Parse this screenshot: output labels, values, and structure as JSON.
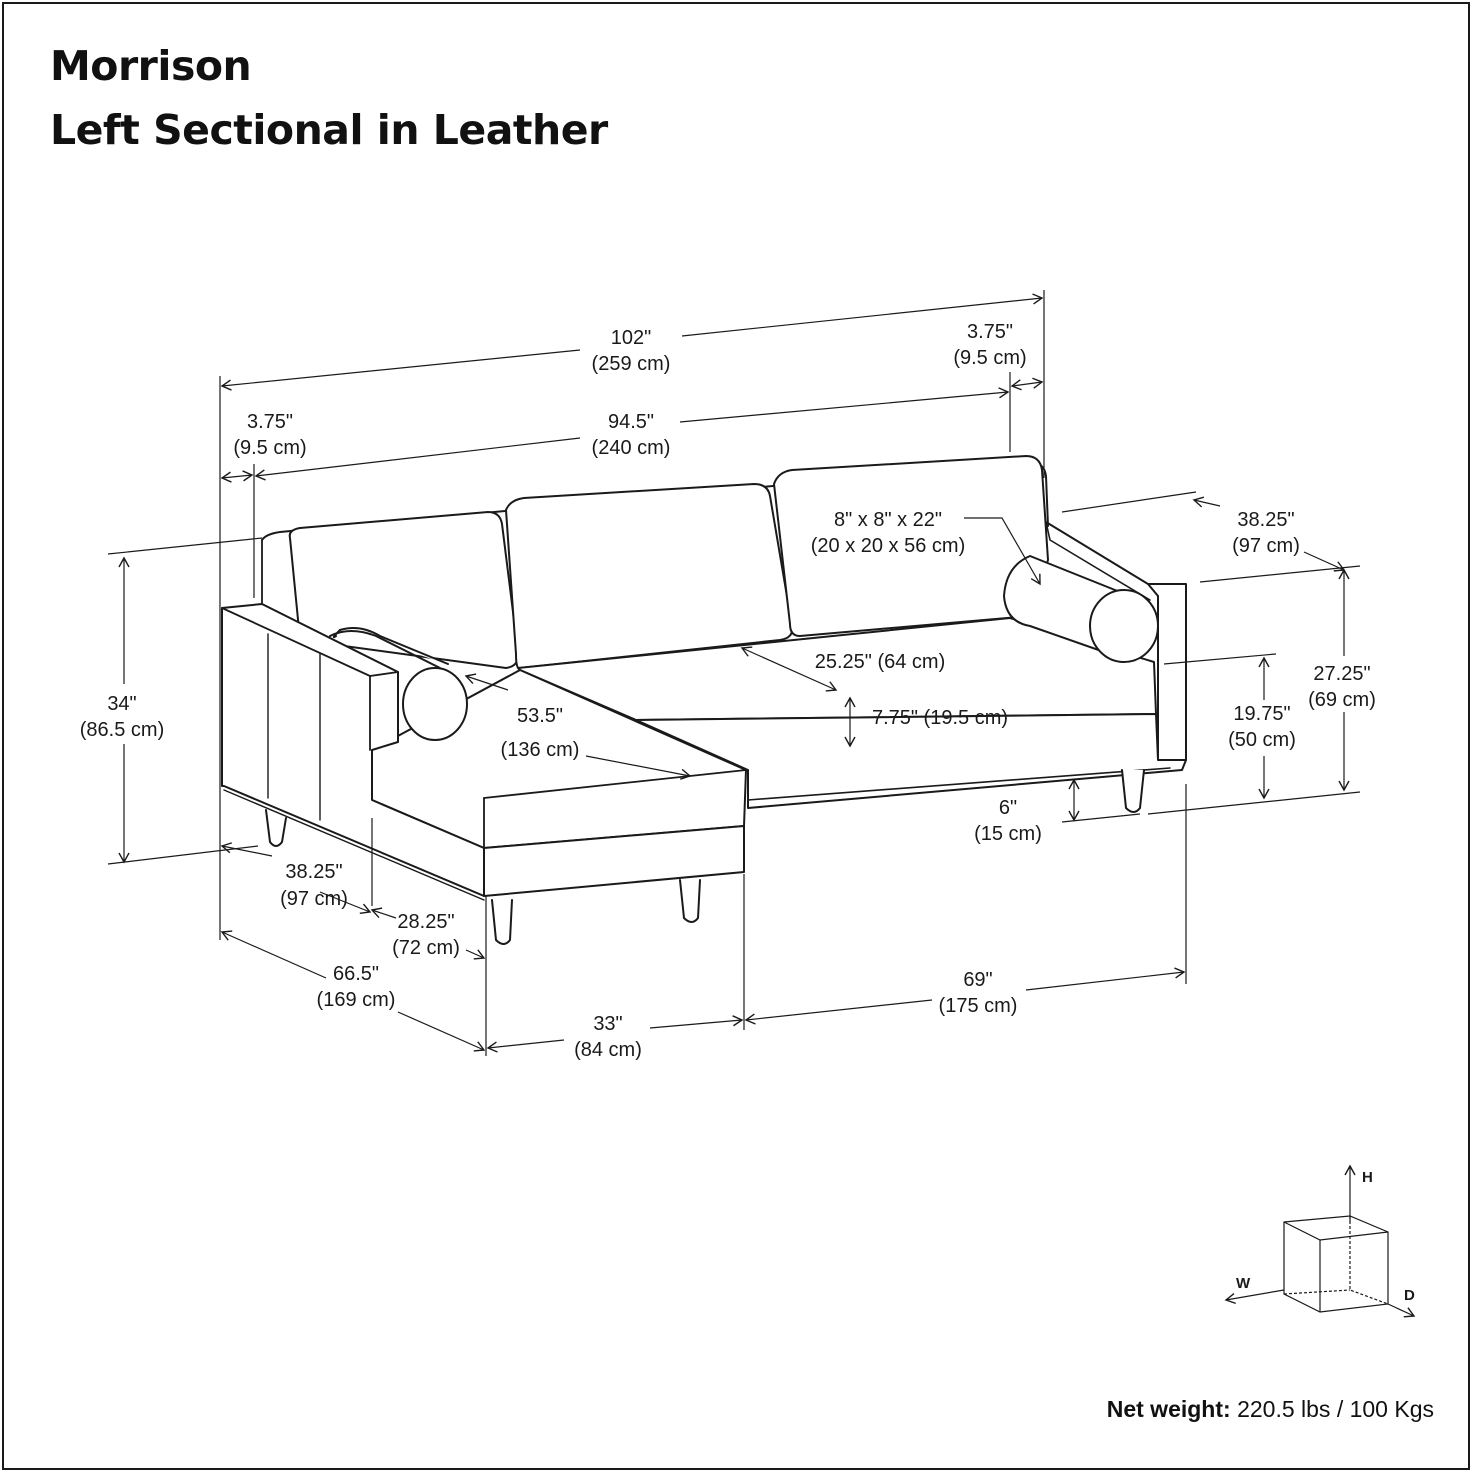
{
  "header": {
    "title": "Morrison",
    "subtitle": "Left Sectional in Leather"
  },
  "dimensions": {
    "overall_width": {
      "in": "102\"",
      "cm": "(259 cm)"
    },
    "arm_right": {
      "in": "3.75\"",
      "cm": "(9.5 cm)"
    },
    "arm_left": {
      "in": "3.75\"",
      "cm": "(9.5 cm)"
    },
    "inner_width": {
      "in": "94.5\"",
      "cm": "(240 cm)"
    },
    "bolster": {
      "in": "8\" x 8\" x 22\"",
      "cm": "(20 x 20 x 56 cm)"
    },
    "depth_right": {
      "in": "38.25\"",
      "cm": "(97 cm)"
    },
    "overall_height": {
      "in": "34\"",
      "cm": "(86.5 cm)"
    },
    "seat_depth": {
      "text": "25.25\" (64 cm)"
    },
    "arm_height": {
      "in": "27.25\"",
      "cm": "(69 cm)"
    },
    "seat_height": {
      "in": "19.75\"",
      "cm": "(50 cm)"
    },
    "cushion_height": {
      "text": "7.75\" (19.5 cm)"
    },
    "chaise_depth": {
      "in": "53.5\"",
      "cm": "(136 cm)"
    },
    "leg_height": {
      "in": "6\"",
      "cm": "(15 cm)"
    },
    "depth_left": {
      "in": "38.25\"",
      "cm": "(97 cm)"
    },
    "chaise_inner": {
      "in": "28.25\"",
      "cm": "(72 cm)"
    },
    "chaise_length": {
      "in": "66.5\"",
      "cm": "(169 cm)"
    },
    "chaise_width": {
      "in": "33\"",
      "cm": "(84 cm)"
    },
    "sofa_width": {
      "in": "69\"",
      "cm": "(175 cm)"
    }
  },
  "axes": {
    "h": "H",
    "w": "W",
    "d": "D"
  },
  "footer": {
    "weight_label": "Net weight:",
    "weight_value": " 220.5 lbs / 100 Kgs"
  },
  "colors": {
    "line": "#1a1a1a",
    "background": "#ffffff"
  }
}
